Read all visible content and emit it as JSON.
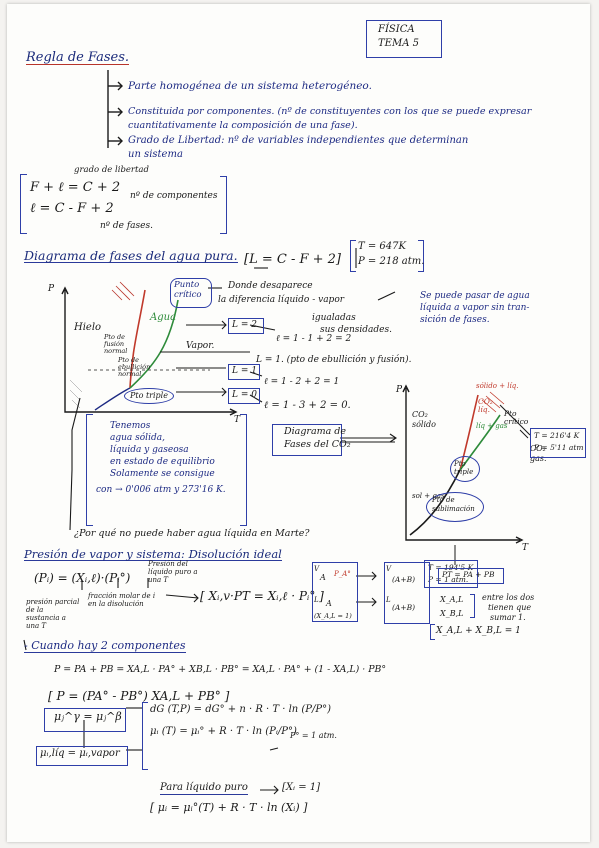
{
  "title": {
    "line1": "FÍSICA",
    "line2": "TEMA 5"
  },
  "section1": {
    "heading": "Regla de Fases.",
    "items": [
      "Parte homogénea de un sistema heterogéneo.",
      "Constituida por componentes. (nº de constituyentes con los que se puede expresar",
      "cuantitativamente la composición de una fase).",
      "Grado de Libertad: nº de variables independientes que determinan",
      "un sistema"
    ],
    "formula1": "F + ℓ = C + 2",
    "formula2": "ℓ = C - F + 2",
    "note_grado": "grado de libertad",
    "note_comp": "nº de componentes",
    "note_fases": "nº de fases."
  },
  "section2": {
    "heading": "Diagrama de fases del agua pura.",
    "formula": "[L = C - F + 2]",
    "t_crit": "T = 647K",
    "p_crit": "P = 218 atm.",
    "p_label": "P",
    "t_label": "T",
    "hielo": "Hielo",
    "agua": "Agua",
    "vapor": "Vapor.",
    "pto_fusion": "Pto de fusión normal",
    "pto_ebull": "Pto de ebullición normal",
    "pto_triple": "Pto triple",
    "pto_critico": "Punto crítico",
    "desaparece": "Donde desaparece",
    "diferencia": "la diferencia líquido - vapor",
    "igualadas": "igualadas",
    "densidades": "sus densidades.",
    "l2": "L = 2",
    "l1": "L = 1",
    "l0": "L = 0",
    "eq_l2": "ℓ = 1 - 1 + 2 = 2",
    "eq_l1": "L = 1. (pto de ebullición y fusión).",
    "eq_l1b": "ℓ = 1 - 2 + 2 = 1",
    "eq_l0": "ℓ = 1 - 3 + 2 = 0.",
    "puede": "Se puede pasar de agua",
    "puede2": "líquida a vapor sin tran-",
    "puede3": "sición de fases.",
    "tenemos": [
      "Tenemos",
      "agua sólida,",
      "líquida y gaseosa",
      "en estado de equilibrio",
      "Solamente se consigue",
      "con → 0'006 atm y 273'16 K."
    ],
    "pregunta": "¿Por qué no puede haber agua líquida en Marte?"
  },
  "co2": {
    "title1": "Diagrama de",
    "title2": "Fases del CO₂",
    "p": "P",
    "t": "T",
    "solido": "CO₂ sólido",
    "liquido": "CO₂ líq.",
    "gas": "CO₂ gas.",
    "critico": "Pto crítico",
    "triple": "Pto triple",
    "sublimacion": "Pto de sublimación",
    "solido_liq": "sólido + líq.",
    "liq_gas": "líq + gas",
    "sol_gas": "sol + gas",
    "tc": "T = 216'4 K",
    "pc": "P = 5'11 atm",
    "ts": "T = 194'5 K",
    "ps": "P = 1 atm."
  },
  "section3": {
    "heading": "Presión de vapor y sistema: Disolución ideal",
    "raoult": "(Pᵢ) = (Xᵢ,ℓ)·(Pᵢ°)",
    "presion_parcial": "presión parcial",
    "fraccion": "fracción molar de i en la disolución",
    "presion_del": "Presión del líquido puro a una T",
    "de_la": "de la sustancia a una T",
    "raoult2": "[ Xᵢ,v·PT = Xᵢ,ℓ · Pᵢ° ]",
    "box_v": "V",
    "box_a": "A",
    "box_pa": "P_A°",
    "box_l": "L",
    "box_a2": "A",
    "box_xa": "(X_A,L = 1)",
    "box_vab": "(A+B)",
    "box_lab": "(A+B)",
    "pt": "PT = PA + PB",
    "xal": "X_A,L",
    "xbl": "X_B,L",
    "entre": "entre los dos",
    "tienen": "tienen que",
    "sumar": "sumar 1.",
    "suma": "X_A,L + X_B,L = 1",
    "cuando": "- Cuando hay 2 componentes",
    "eq1": "P = PA + PB = XA,L · PA° + XB,L · PB° = XA,L · PA° + (1 - XA,L) · PB°",
    "eq2": "[ P = (PA° - PB°) XA,L + PB° ]",
    "mu1": "μⱼ^γ = μⱼ^β",
    "mu2": "μᵢ,líq = μᵢ,vapor",
    "dg": "dG (T,P) = dG° + n · R · T · ln (P/P°)",
    "mu3": "μᵢ (T) = μᵢ° + R · T · ln (Pᵢ/P°)",
    "p0": "P° = 1 atm.",
    "liquido_puro": "Para líquido puro",
    "xi": "[Xᵢ = 1]",
    "mu4": "[ μᵢ = μᵢ°(T) + R · T · ln (Xᵢ) ]"
  }
}
